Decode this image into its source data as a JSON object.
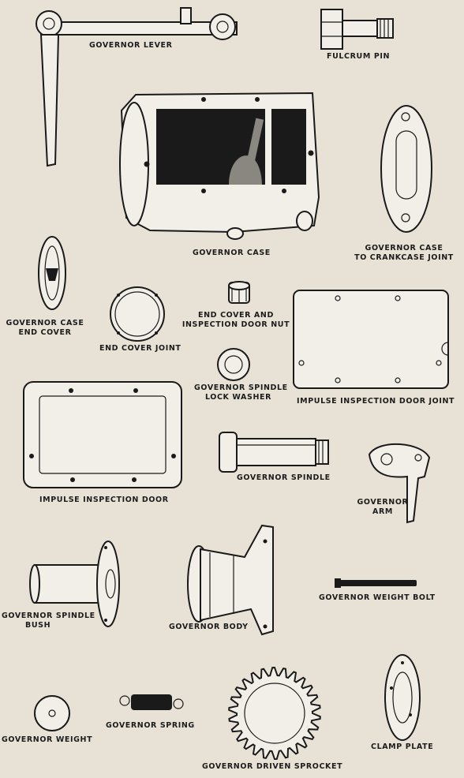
{
  "parts": {
    "governor_lever": "GOVERNOR LEVER",
    "fulcrum_pin": "FULCRUM PIN",
    "governor_case": "GOVERNOR CASE",
    "case_joint_1": "GOVERNOR CASE",
    "case_joint_2": "TO CRANKCASE JOINT",
    "end_cover_1": "GOVERNOR CASE",
    "end_cover_2": "END COVER",
    "end_cover_joint": "END COVER JOINT",
    "nut_1": "END COVER AND",
    "nut_2": "INSPECTION DOOR NUT",
    "lock_washer_1": "GOVERNOR SPINDLE",
    "lock_washer_2": "LOCK WASHER",
    "door_joint": "IMPULSE INSPECTION DOOR JOINT",
    "door": "IMPULSE INSPECTION DOOR",
    "spindle": "GOVERNOR SPINDLE",
    "arm_1": "GOVERNOR",
    "arm_2": "ARM",
    "bush_1": "GOVERNOR SPINDLE",
    "bush_2": "BUSH",
    "body": "GOVERNOR BODY",
    "weight_bolt": "GOVERNOR WEIGHT BOLT",
    "weight": "GOVERNOR WEIGHT",
    "spring": "GOVERNOR SPRING",
    "sprocket": "GOVERNOR DRIVEN SPROCKET",
    "clamp_plate": "CLAMP PLATE"
  }
}
